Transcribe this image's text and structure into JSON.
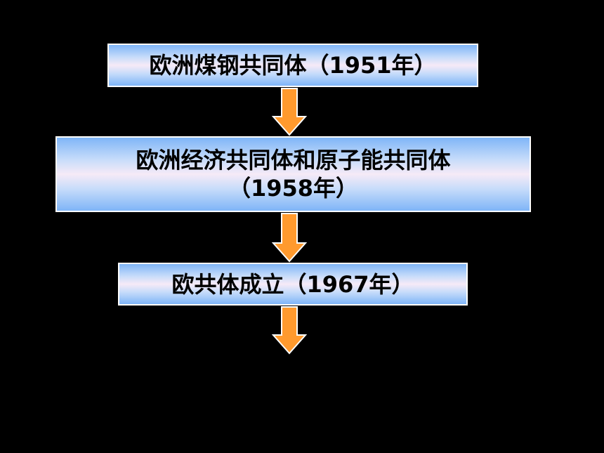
{
  "boxes": [
    {
      "lines": [
        "欧洲煤钢共同体（1951年）"
      ]
    },
    {
      "lines": [
        "欧洲经济共同体和原子能共同体",
        "（1958年）"
      ]
    },
    {
      "lines": [
        "欧共体成立（1967年）"
      ]
    }
  ],
  "colors": {
    "background": "#000000",
    "box_border": "#ffffff",
    "box_edge_blue": "#7fb5f7",
    "box_center_pink": "#f6eaf7",
    "arrow_fill": "#ff9a2e",
    "arrow_stroke": "#ffffff"
  },
  "icons": [
    "down-arrow-icon"
  ]
}
